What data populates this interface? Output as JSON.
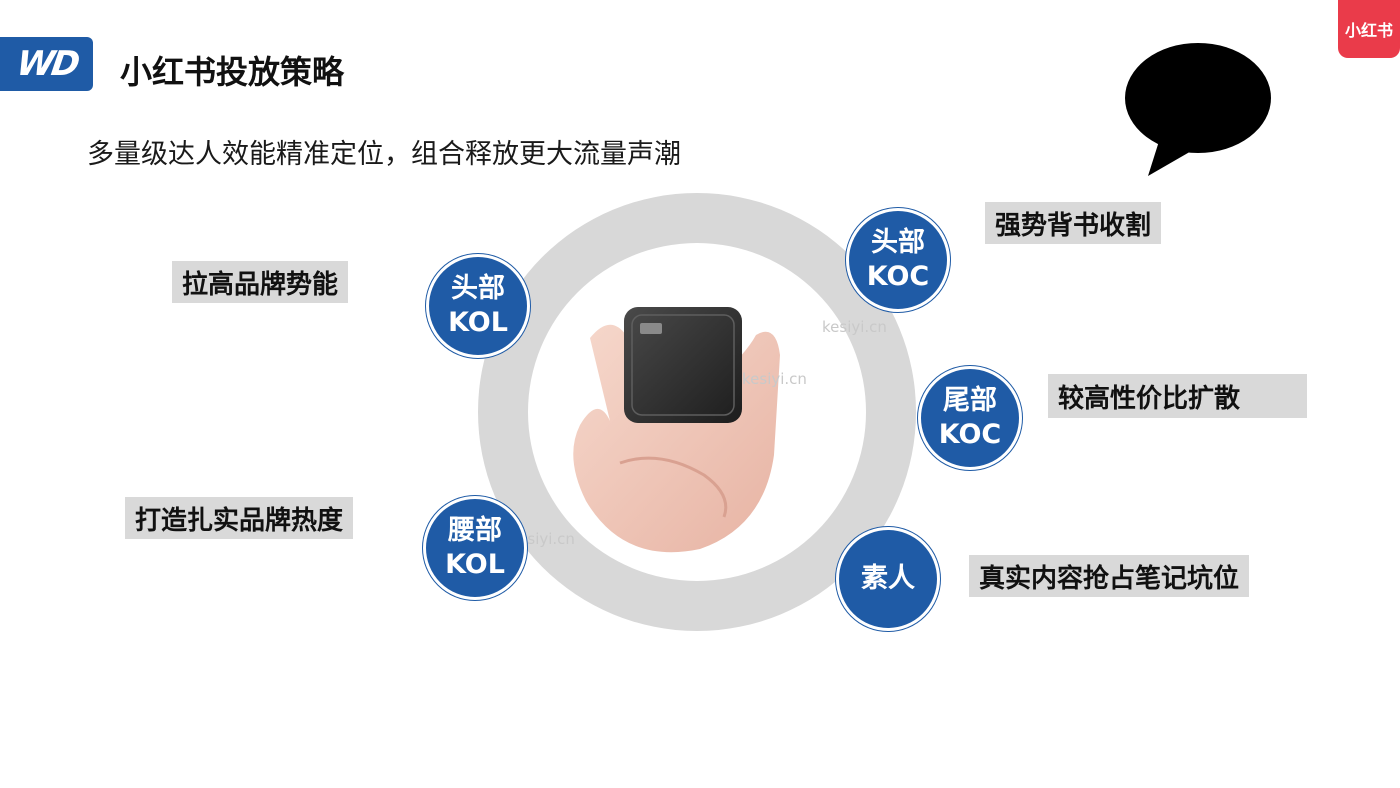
{
  "header": {
    "logo_text": "WD",
    "title": "小红书投放策略",
    "subtitle": "多量级达人效能精准定位，组合释放更大流量声潮",
    "badge_text": "小红书"
  },
  "colors": {
    "brand_blue": "#1f5ba6",
    "xhs_red": "#ea3b4a",
    "tag_gray": "#d9d9d9",
    "ring_gray": "#d8d8d8"
  },
  "nodes": [
    {
      "line1": "头部",
      "line2": "KOL"
    },
    {
      "line1": "腰部",
      "line2": "KOL"
    },
    {
      "line1": "头部",
      "line2": "KOC"
    },
    {
      "line1": "尾部",
      "line2": "KOC"
    },
    {
      "line1": "素人",
      "line2": ""
    }
  ],
  "tags": {
    "head_kol": "拉高品牌势能",
    "waist_kol": "打造扎实品牌热度",
    "head_koc": "强势背书收割",
    "tail_koc": "较高性价比扩散",
    "amateur": "真实内容抢占笔记坑位"
  },
  "watermark": "kesiyi.cn",
  "icons": [
    "speech-bubble-icon",
    "wd-logo",
    "xiaohongshu-logo"
  ]
}
